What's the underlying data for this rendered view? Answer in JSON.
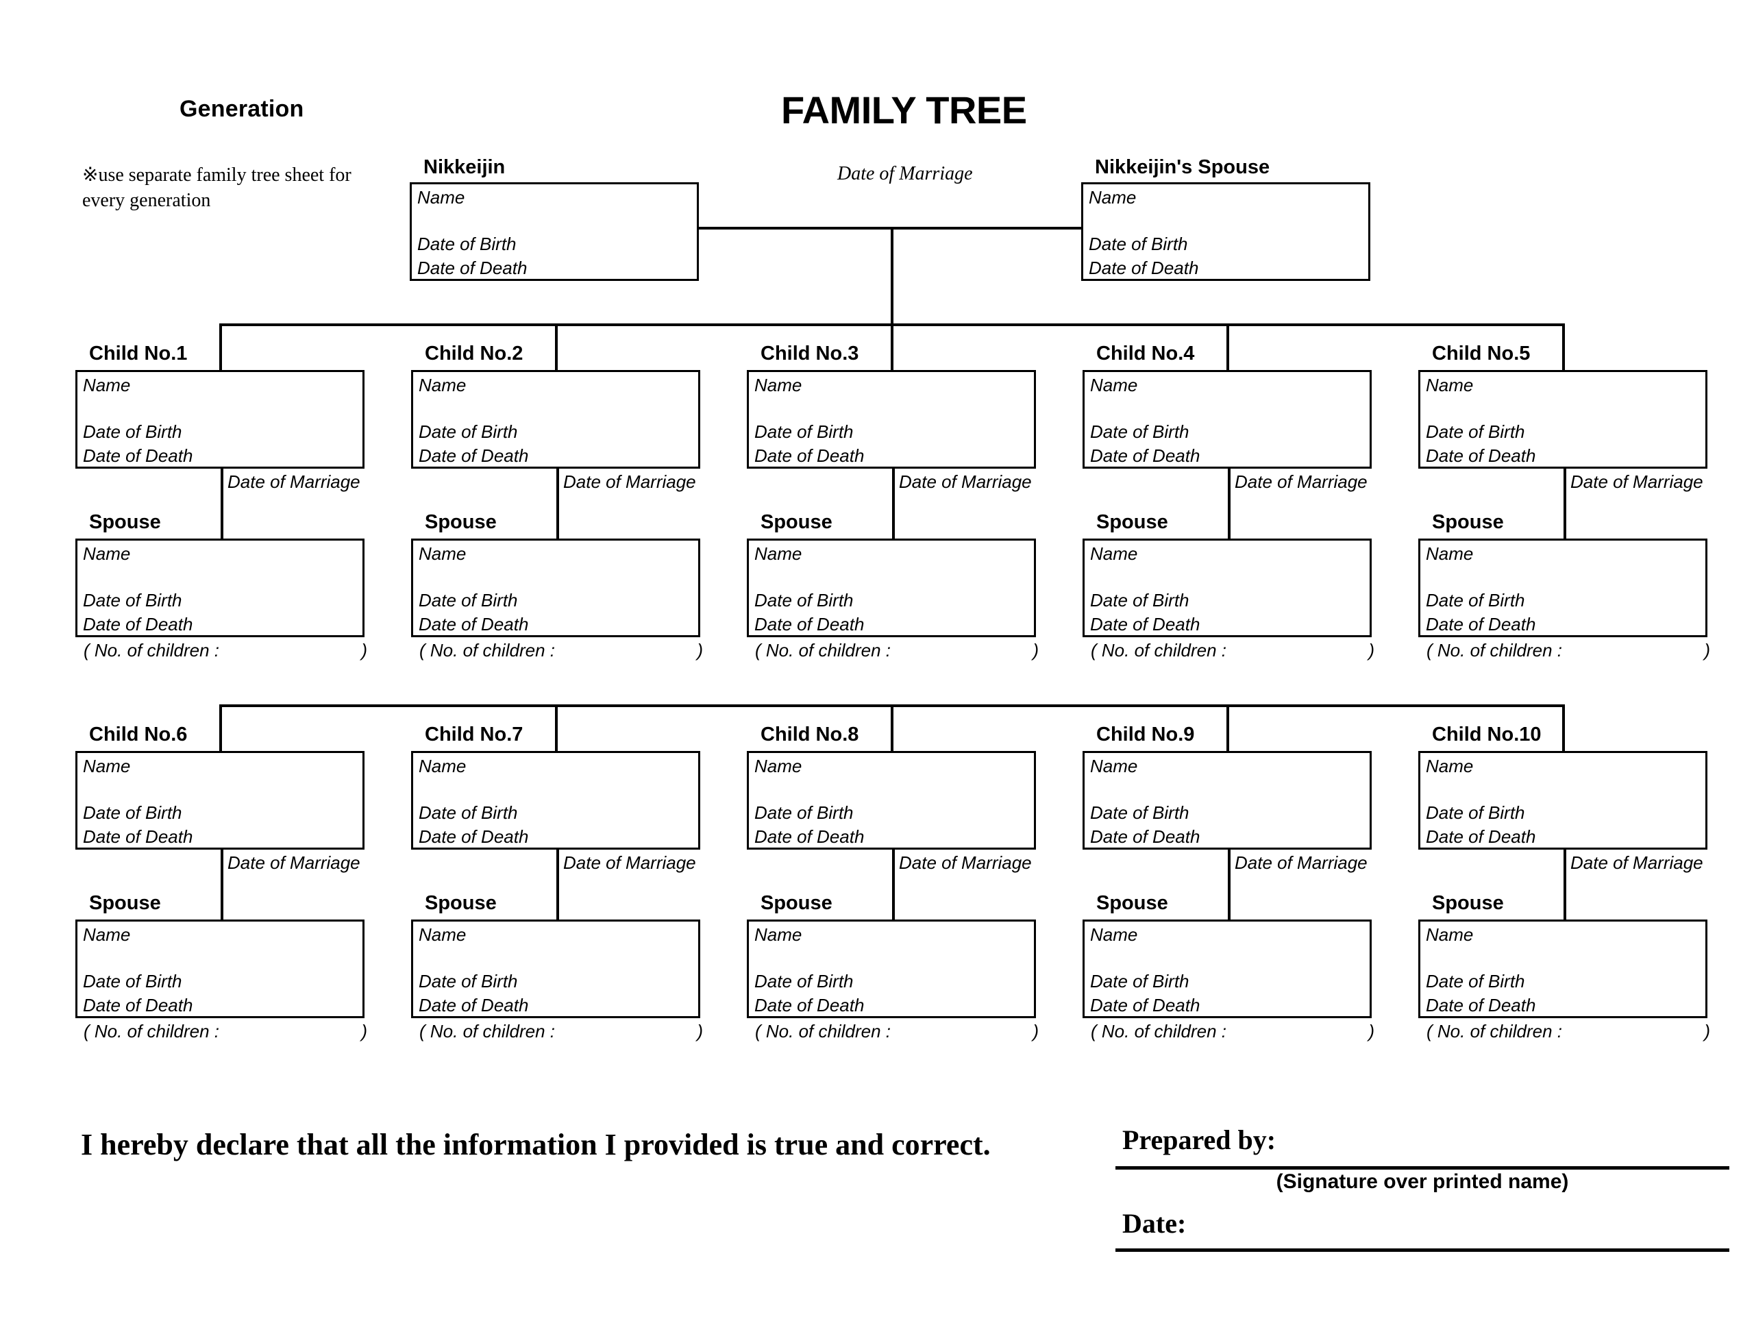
{
  "header": {
    "generation_label": "Generation",
    "note": "※use separate family tree sheet for every generation",
    "title": "FAMILY TREE"
  },
  "fields": {
    "name": "Name",
    "date_of_birth": "Date of Birth",
    "date_of_death": "Date of Death",
    "date_of_marriage": "Date of Marriage",
    "no_of_children_open": "( No. of children :",
    "no_of_children_close": ")"
  },
  "root": {
    "principal_label": "Nikkeijin",
    "spouse_label": "Nikkeijin's Spouse",
    "marriage_label": "Date of Marriage"
  },
  "children": [
    {
      "label": "Child No.1",
      "spouse_label": "Spouse"
    },
    {
      "label": "Child No.2",
      "spouse_label": "Spouse"
    },
    {
      "label": "Child No.3",
      "spouse_label": "Spouse"
    },
    {
      "label": "Child No.4",
      "spouse_label": "Spouse"
    },
    {
      "label": "Child No.5",
      "spouse_label": "Spouse"
    },
    {
      "label": "Child No.6",
      "spouse_label": "Spouse"
    },
    {
      "label": "Child No.7",
      "spouse_label": "Spouse"
    },
    {
      "label": "Child No.8",
      "spouse_label": "Spouse"
    },
    {
      "label": "Child No.9",
      "spouse_label": "Spouse"
    },
    {
      "label": "Child No.10",
      "spouse_label": "Spouse"
    }
  ],
  "footer": {
    "declaration": "I hereby declare that all the information I provided is true and correct.",
    "prepared_by_label": "Prepared by:",
    "signature_caption": "(Signature over printed name)",
    "date_label": "Date:"
  },
  "colors": {
    "ink": "#000000",
    "paper": "#ffffff"
  }
}
